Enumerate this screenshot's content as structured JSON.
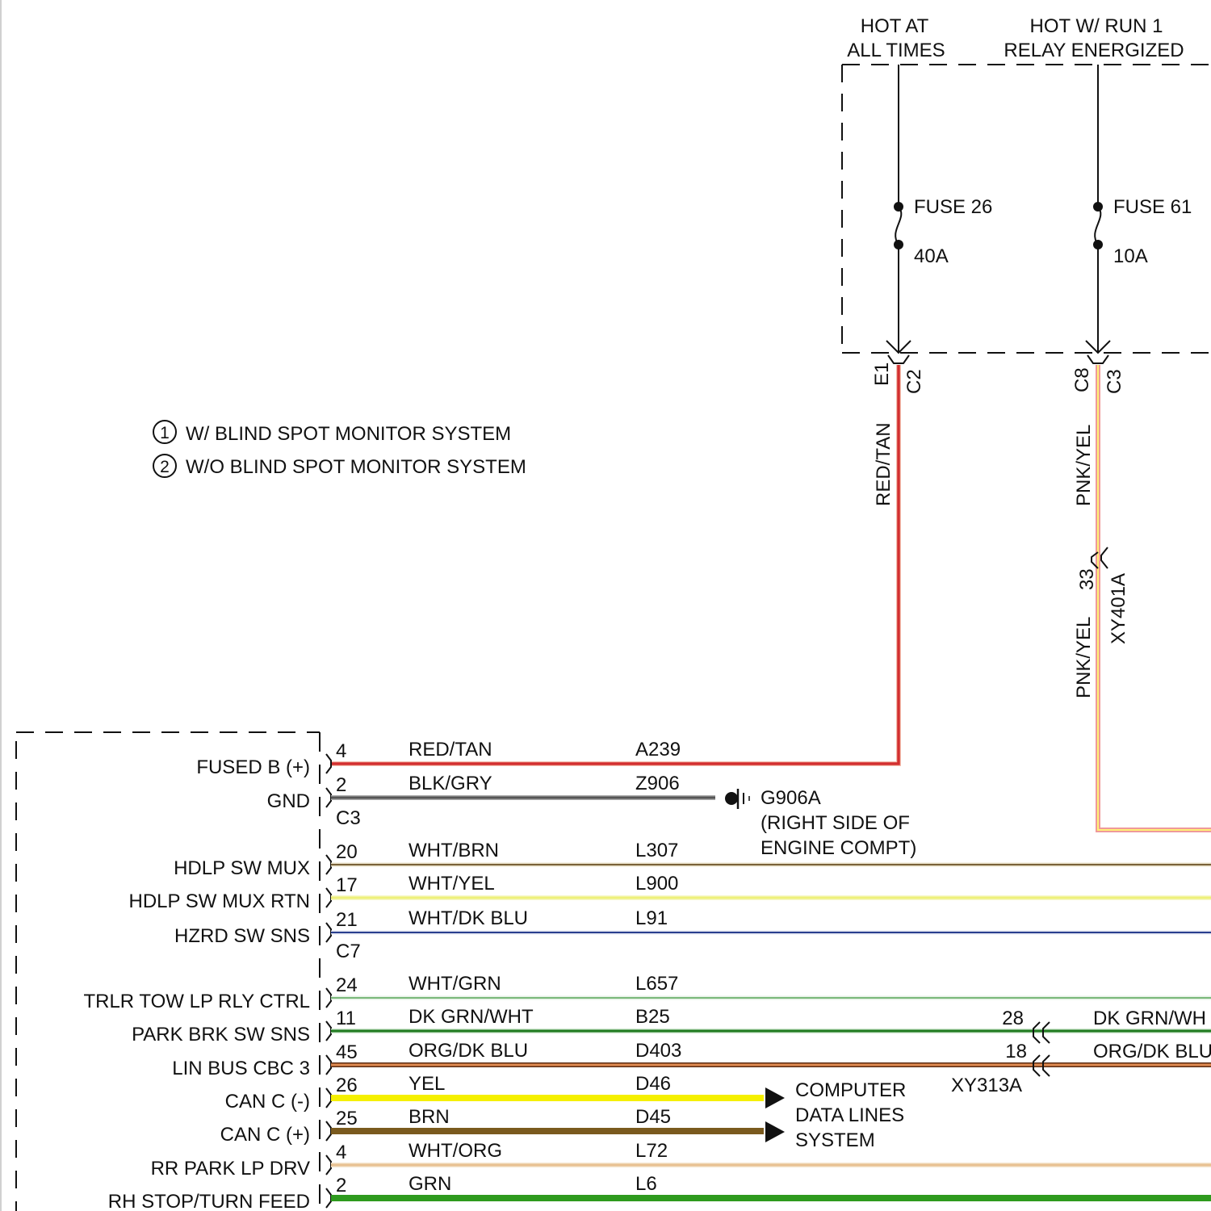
{
  "power_sources": [
    {
      "line1": "HOT AT",
      "line2": "ALL TIMES",
      "fuse_label": "FUSE 26",
      "fuse_rating": "40A",
      "pin_left": "E1",
      "pin_right": "C2",
      "wire_color_name": "RED/TAN",
      "wire_color": "#d32f2f"
    },
    {
      "line1": "HOT W/ RUN 1",
      "line2": "RELAY ENERGIZED",
      "fuse_label": "FUSE 61",
      "fuse_rating": "10A",
      "pin_left": "C8",
      "pin_right": "C3",
      "wire_color_name": "PNK/YEL",
      "wire_color": "#f4b6a0",
      "inline_connector_pin": "33",
      "inline_connector_name": "XY401A",
      "wire_color_name_2": "PNK/YEL"
    }
  ],
  "legend": [
    {
      "num": "1",
      "text": "W/ BLIND SPOT MONITOR SYSTEM"
    },
    {
      "num": "2",
      "text": "W/O BLIND SPOT MONITOR SYSTEM"
    }
  ],
  "ground": {
    "id": "G906A",
    "line2": "(RIGHT SIDE OF",
    "line3": "ENGINE COMPT)"
  },
  "connectors": {
    "c3": "C3",
    "c7": "C7"
  },
  "data_lines": {
    "line1": "COMPUTER",
    "line2": "DATA LINES",
    "line3": "SYSTEM"
  },
  "inline_connector_bottom": {
    "name": "XY313A",
    "pins": [
      "28",
      "18"
    ],
    "right_labels": [
      "DK GRN/WH",
      "ORG/DK BLU"
    ]
  },
  "circuits": [
    {
      "function": "FUSED B (+)",
      "pin": "4",
      "wire": "RED/TAN",
      "circuit": "A239",
      "color": "#d32f2f",
      "stripe": "#e8c9a0"
    },
    {
      "function": "GND",
      "pin": "2",
      "wire": "BLK/GRY",
      "circuit": "Z906",
      "color": "#555555",
      "stripe": "#aaaaaa"
    },
    {
      "function": "HDLP SW MUX",
      "pin": "20",
      "wire": "WHT/BRN",
      "circuit": "L307",
      "color": "#7a6239",
      "stripe": "#e8e0c8"
    },
    {
      "function": "HDLP SW MUX RTN",
      "pin": "17",
      "wire": "WHT/YEL",
      "circuit": "L900",
      "color": "#eef07a",
      "stripe": "#f7f7c8"
    },
    {
      "function": "HZRD SW SNS",
      "pin": "21",
      "wire": "WHT/DK BLU",
      "circuit": "L91",
      "color": "#2a3f8f",
      "stripe": "#dfe3ef"
    },
    {
      "function": "TRLR TOW LP RLY CTRL",
      "pin": "24",
      "wire": "WHT/GRN",
      "circuit": "L657",
      "color": "#7ab87a",
      "stripe": "#e5f1e5"
    },
    {
      "function": "PARK BRK SW SNS",
      "pin": "11",
      "wire": "DK GRN/WHT",
      "circuit": "B25",
      "color": "#1e7a1e",
      "stripe": "#cfe6cf"
    },
    {
      "function": "LIN BUS CBC 3",
      "pin": "45",
      "wire": "ORG/DK BLU",
      "circuit": "D403",
      "color": "#e08a50",
      "stripe": "#5a2a10"
    },
    {
      "function": "CAN C (-)",
      "pin": "26",
      "wire": "YEL",
      "circuit": "D46",
      "color": "#f5f000",
      "stripe": "#f5f000"
    },
    {
      "function": "CAN C (+)",
      "pin": "25",
      "wire": "BRN",
      "circuit": "D45",
      "color": "#7a5a1e",
      "stripe": "#7a5a1e"
    },
    {
      "function": "RR PARK LP DRV",
      "pin": "4",
      "wire": "WHT/ORG",
      "circuit": "L72",
      "color": "#e8c090",
      "stripe": "#f5e6d0"
    },
    {
      "function": "RH STOP/TURN FEED",
      "pin": "2",
      "wire": "GRN",
      "circuit": "L6",
      "color": "#2e9a1e",
      "stripe": "#2e9a1e"
    }
  ]
}
